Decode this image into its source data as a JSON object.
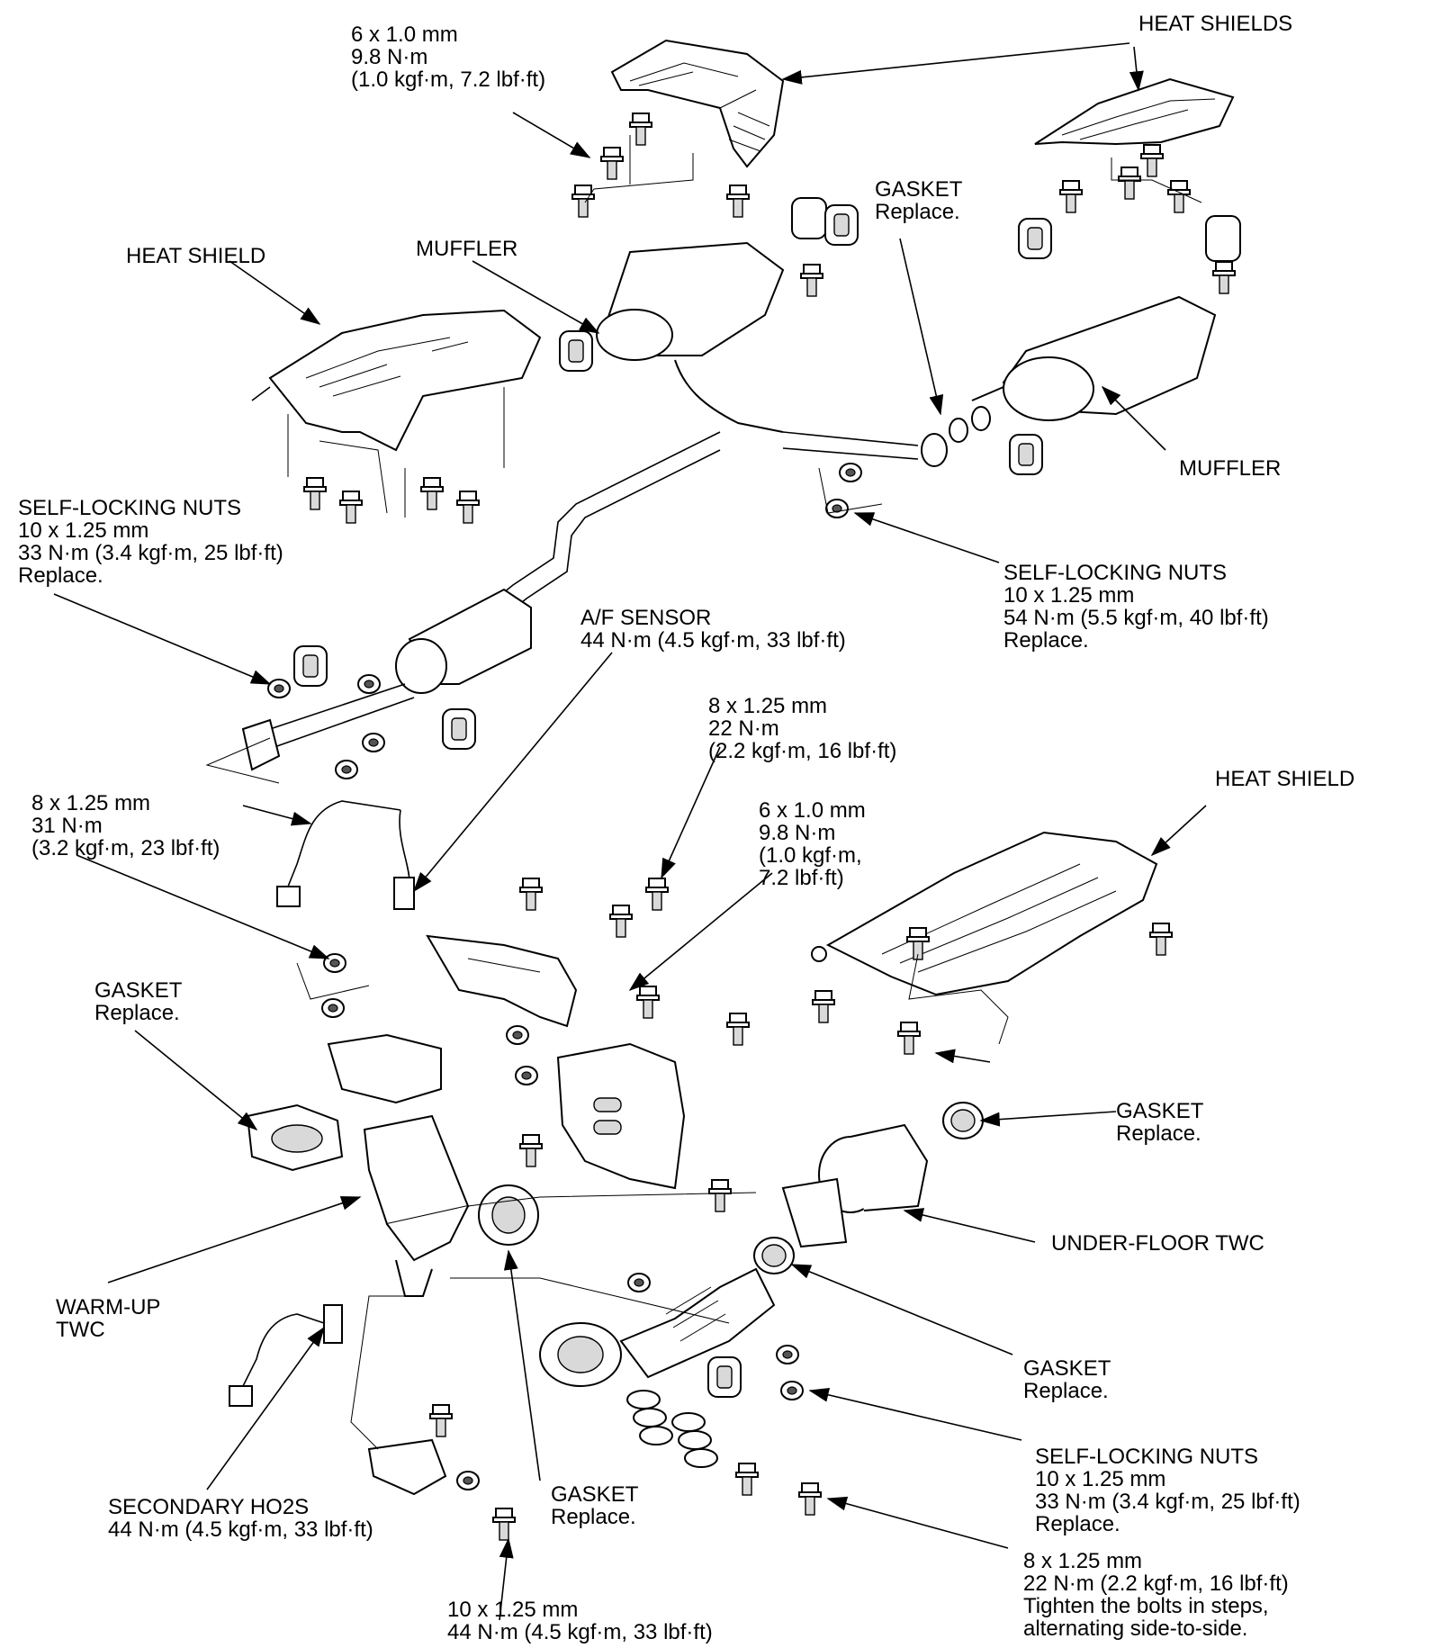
{
  "labels": {
    "heat_shields_top": [
      "HEAT SHIELDS"
    ],
    "bolt_6x1_top": [
      "6 x 1.0 mm",
      "9.8 N·m",
      "(1.0 kgf·m, 7.2 lbf·ft)"
    ],
    "heat_shield_left": [
      "HEAT SHIELD"
    ],
    "muffler_left": [
      "MUFFLER"
    ],
    "gasket_top": [
      "GASKET",
      "Replace."
    ],
    "muffler_right": [
      "MUFFLER"
    ],
    "nuts_left": [
      "SELF-LOCKING NUTS",
      "10 x 1.25 mm",
      "33 N·m (3.4 kgf·m, 25 lbf·ft)",
      "Replace."
    ],
    "nuts_right": [
      "SELF-LOCKING NUTS",
      "10 x 1.25 mm",
      "54 N·m (5.5 kgf·m, 40 lbf·ft)",
      "Replace."
    ],
    "af_sensor": [
      "A/F SENSOR",
      "44 N·m (4.5 kgf·m, 33 lbf·ft)"
    ],
    "bolt_8x125_mid": [
      "8 x 1.25 mm",
      "22 N·m",
      "(2.2 kgf·m, 16 lbf·ft)"
    ],
    "bolt_8x125_left": [
      "8 x 1.25 mm",
      "31 N·m",
      "(3.2 kgf·m, 23 lbf·ft)"
    ],
    "bolt_6x1_mid": [
      "6 x 1.0 mm",
      "9.8 N·m",
      "(1.0 kgf·m,",
      "7.2 lbf·ft)"
    ],
    "heat_shield_right": [
      "HEAT SHIELD"
    ],
    "gasket_left": [
      "GASKET",
      "Replace."
    ],
    "gasket_right_mid": [
      "GASKET",
      "Replace."
    ],
    "underfloor_twc": [
      "UNDER-FLOOR TWC"
    ],
    "warmup_twc": [
      "WARM-UP",
      "TWC"
    ],
    "gasket_lower_right": [
      "GASKET",
      "Replace."
    ],
    "nuts_lower": [
      "SELF-LOCKING NUTS",
      "10 x 1.25 mm",
      "33 N·m (3.4 kgf·m, 25 lbf·ft)",
      "Replace."
    ],
    "secondary_ho2s": [
      "SECONDARY HO2S",
      "44 N·m (4.5 kgf·m, 33 lbf·ft)"
    ],
    "gasket_bottom": [
      "GASKET",
      "Replace."
    ],
    "bolt_10x125_bottom": [
      "10 x 1.25 mm",
      "44 N·m (4.5 kgf·m, 33 lbf·ft)"
    ],
    "bolt_8x125_bottom": [
      "8 x 1.25 mm",
      "22 N·m (2.2 kgf·m, 16 lbf·ft)",
      "Tighten the bolts in steps,",
      "alternating side-to-side."
    ]
  }
}
